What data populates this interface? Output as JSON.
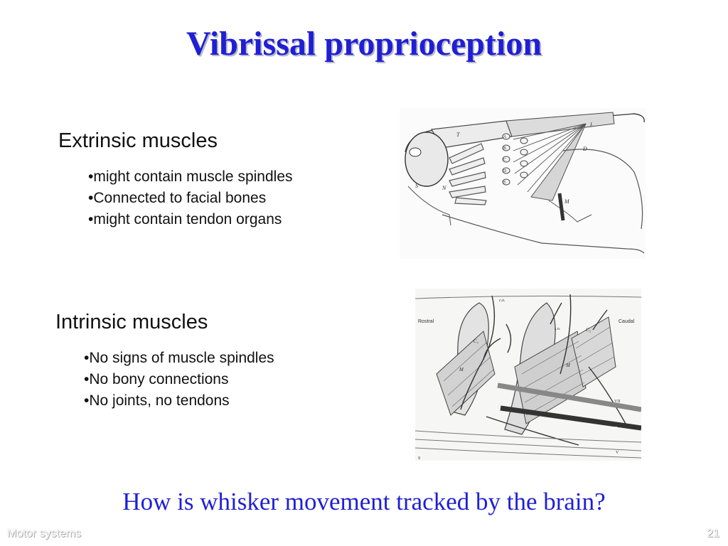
{
  "slide": {
    "title": "Vibrissal proprioception",
    "extrinsic": {
      "heading": "Extrinsic muscles",
      "bullets": [
        "might contain muscle spindles",
        "Connected to facial bones",
        "might contain tendon organs"
      ],
      "figure_labels": [
        "T",
        "L",
        "D",
        "N",
        "S",
        "M",
        "A",
        "B",
        "C",
        "D",
        "E"
      ]
    },
    "intrinsic": {
      "heading": "Intrinsic muscles",
      "bullets": [
        "No signs of muscle spindles",
        "No bony connections",
        "No joints, no tendons"
      ],
      "figure_labels": {
        "rostral": "Rostral",
        "caudal": "Caudal",
        "top1": "c.n.",
        "top2": "s.n.",
        "c1": "C₁",
        "c2": "C₂",
        "m1": "M",
        "m2": "M",
        "vii_1": "VII",
        "vii_2": "VII",
        "v": "V",
        "s": "S"
      }
    },
    "question": "How is whisker movement tracked by the brain?",
    "footer_left": "Motor systems",
    "footer_right": "21"
  }
}
